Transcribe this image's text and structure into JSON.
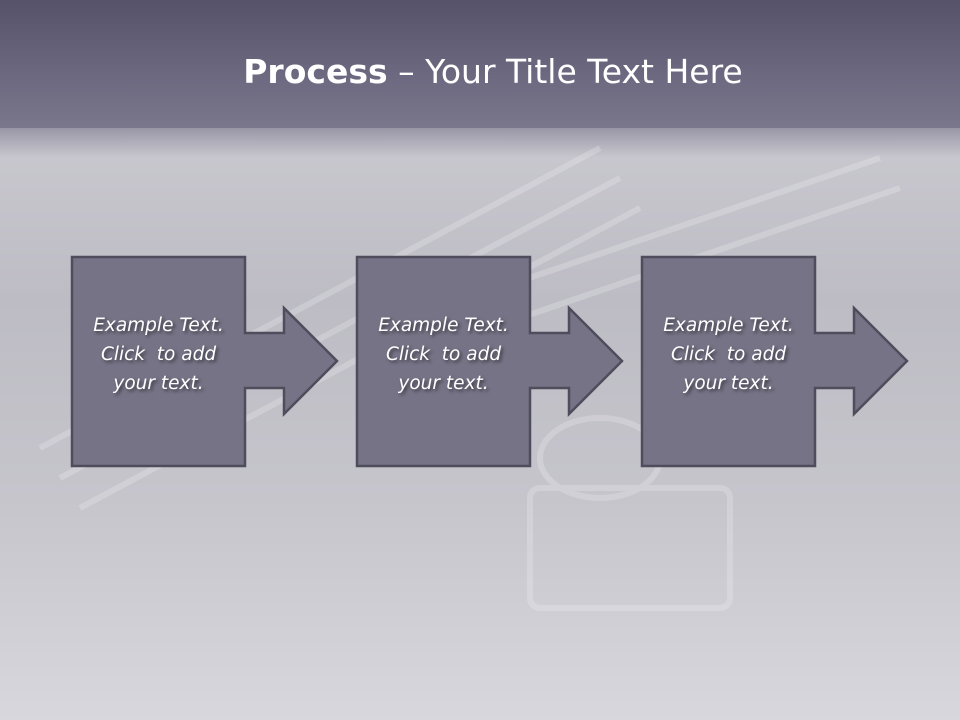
{
  "title": {
    "bold": "Process",
    "rest": " – Your Title Text Here"
  },
  "steps": [
    {
      "lines": [
        "Example Text.",
        "Click  to add",
        "your text."
      ]
    },
    {
      "lines": [
        "Example Text.",
        "Click  to add",
        "your text."
      ]
    },
    {
      "lines": [
        "Example Text.",
        "Click  to add",
        "your text."
      ]
    }
  ],
  "colors": {
    "shape_fill": "#767386",
    "shape_stroke": "#4f4c5c",
    "header": "#605d74"
  }
}
